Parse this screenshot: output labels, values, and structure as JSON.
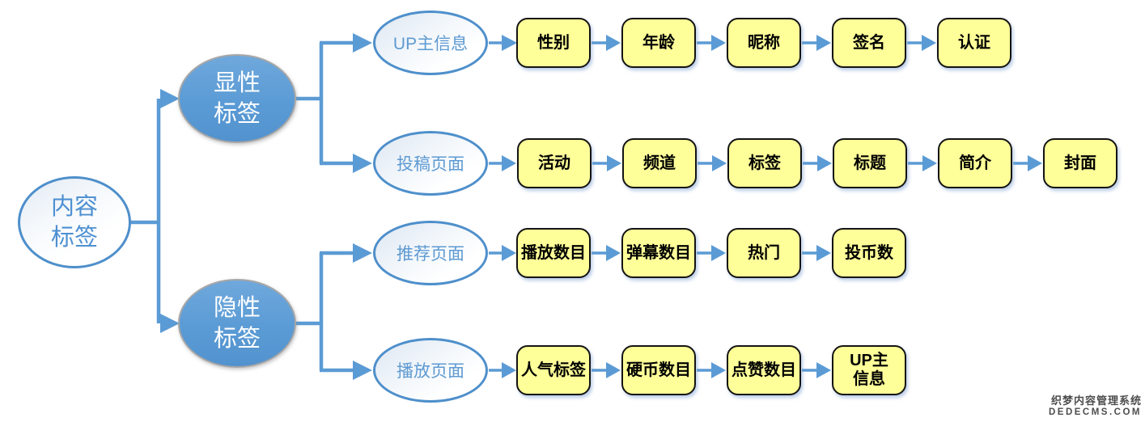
{
  "diagram": {
    "root": {
      "line1": "内容",
      "line2": "标签"
    },
    "branches": [
      {
        "line1": "显性",
        "line2": "标签"
      },
      {
        "line1": "隐性",
        "line2": "标签"
      }
    ],
    "rows": [
      {
        "group": "UP主信息",
        "items": [
          "性别",
          "年龄",
          "昵称",
          "签名",
          "认证"
        ]
      },
      {
        "group": "投稿页面",
        "items": [
          "活动",
          "频道",
          "标签",
          "标题",
          "简介",
          "封面"
        ]
      },
      {
        "group": "推荐页面",
        "items": [
          "播放数目",
          "弹幕数目",
          "热门",
          "投币数"
        ]
      },
      {
        "group": "播放页面",
        "items": [
          "人气标签",
          "硬币数目",
          "点赞数目",
          "UP主\n信息"
        ]
      }
    ],
    "colors": {
      "connector_blue": "#5B9BD5",
      "branch_fill": "#5B9BD5",
      "branch_border": "#A6A6A6",
      "outline_ellipse_border": "#4E8FCB",
      "outline_ellipse_text": "#5E9AD2",
      "box_fill": "#FFFF99",
      "box_border": "#141414",
      "box_text": "#000000"
    },
    "watermark": {
      "line1": "织梦内容管理系统",
      "line2": "DEDECMS.COM"
    }
  }
}
